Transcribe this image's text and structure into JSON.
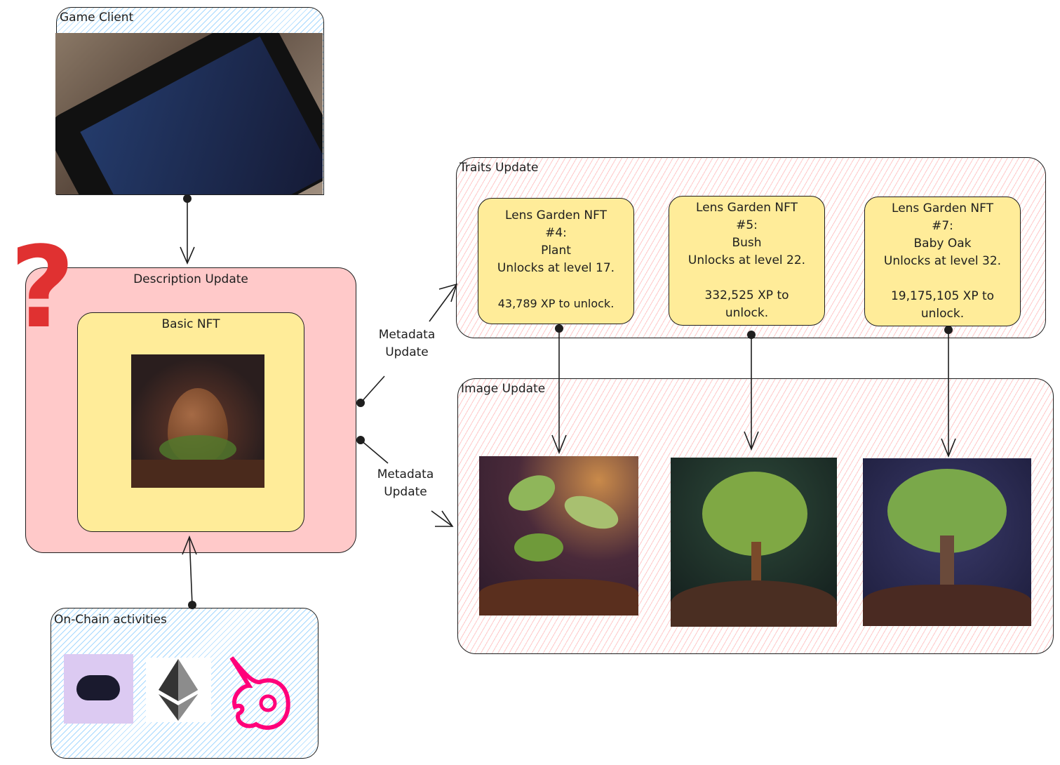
{
  "game_client": {
    "label": "Game Client"
  },
  "description_update": {
    "label": "Description Update",
    "question_mark": "?"
  },
  "basic_nft": {
    "label": "Basic NFT"
  },
  "onchain": {
    "label": "On-Chain activities",
    "icons": [
      "lens-protocol-icon",
      "ethereum-icon",
      "uniswap-icon"
    ]
  },
  "traits_update": {
    "label": "Traits Update",
    "cards": [
      {
        "title": "Lens Garden NFT",
        "id": "#4:",
        "name": "Plant",
        "unlock": "Unlocks at level 17.",
        "xp": "43,789 XP to unlock."
      },
      {
        "title": "Lens Garden NFT",
        "id": "#5:",
        "name": "Bush",
        "unlock": "Unlocks at level 22.",
        "xp": "332,525 XP to unlock."
      },
      {
        "title": "Lens Garden NFT",
        "id": "#7:",
        "name": "Baby Oak",
        "unlock": "Unlocks at level 32.",
        "xp": "19,175,105 XP to unlock."
      }
    ]
  },
  "image_update": {
    "label": "Image Update"
  },
  "edges": {
    "metadata_top": "Metadata Update",
    "metadata_bottom": "Metadata Update"
  },
  "colors": {
    "pink": "#ffc9c9",
    "yellow": "#ffec99",
    "blue_hatch": "#a5d8ff",
    "red": "#e03131"
  }
}
